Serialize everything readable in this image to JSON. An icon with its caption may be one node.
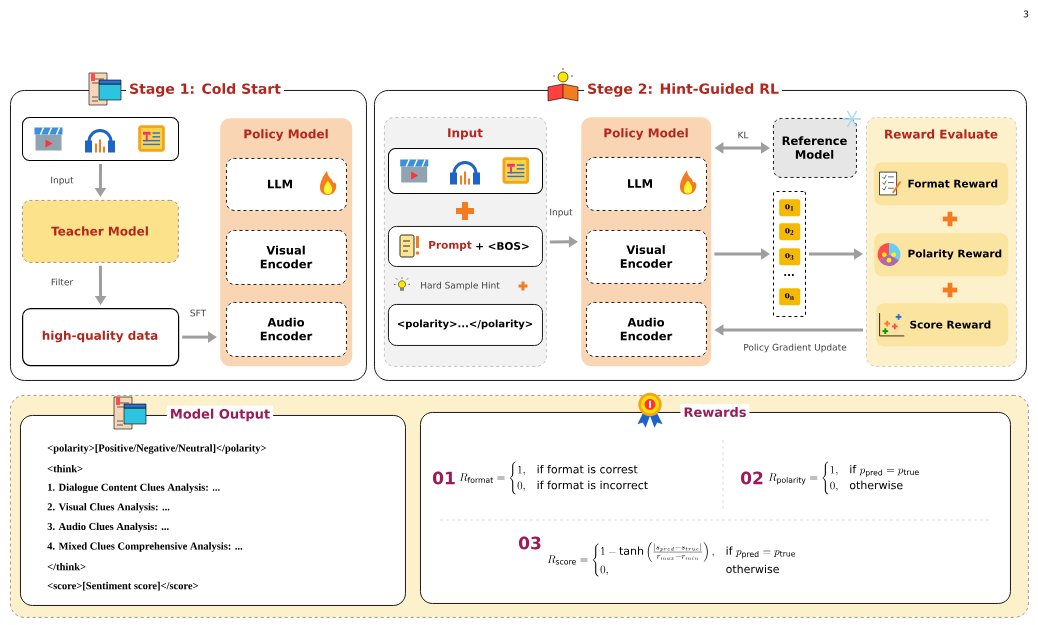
{
  "diagram": {
    "nodes": [
      {
        "text": [
          "Stage 1: Cold Start"
        ]
      },
      {
        "text": [],
        "shape": "box",
        "in": 0
      },
      {
        "text": [
          "Teacher Model"
        ],
        "in": 0
      },
      {
        "text": [
          "high-quality data"
        ],
        "in": 0
      },
      {
        "text": [
          "Policy Model"
        ],
        "in": 0
      },
      {
        "text": [
          "LLM"
        ],
        "in": 4
      },
      {
        "text": [
          "Visual Encoder"
        ],
        "in": 4
      },
      {
        "text": [
          "Audio Encoder"
        ],
        "in": 4
      },
      {
        "text": [
          "Stege 2: Hint-Guided RL"
        ]
      },
      {
        "text": [
          "Input"
        ],
        "in": 8
      },
      {
        "text": [],
        "shape": "box",
        "in": 9
      },
      {
        "text": [
          "Prompt",
          "+ <BOS>"
        ],
        "in": 9
      },
      {
        "text": [
          "<polarity>...</polarity>"
        ],
        "in": 9
      },
      {
        "text": [
          "Policy Model"
        ],
        "in": 8
      },
      {
        "text": [
          "LLM"
        ],
        "in": 13
      },
      {
        "text": [
          "Visual Encoder"
        ],
        "in": 13
      },
      {
        "text": [
          "Audio Encoder"
        ],
        "in": 13
      },
      {
        "text": [
          "Reference Model"
        ],
        "in": 8
      },
      {
        "text": [],
        "shape": "box",
        "in": 8
      },
      {
        "text": [
          "o$_{1}$"
        ],
        "in": 18
      },
      {
        "text": [
          "o$_{2}$"
        ],
        "in": 18
      },
      {
        "text": [
          "o$_{3}$"
        ],
        "in": 18
      },
      {
        "text": [
          "o$_{n}$"
        ],
        "in": 18
      },
      {
        "text": [
          "Reward Evaluate"
        ],
        "in": 8
      },
      {
        "text": [
          "Format Reward"
        ],
        "in": 23
      },
      {
        "text": [
          "Polarity Reward"
        ],
        "in": 23
      },
      {
        "text": [
          "Score Reward"
        ],
        "in": 23
      },
      {
        "text": [],
        "shape": "box"
      },
      {
        "text": [
          "Model Output",
          "<polarity>[Positive/Negative/Neutral]</polarity>",
          "<think>",
          "1. Dialogue Content Clues Analysis: ...",
          "2. Visual Clues Analysis: ...",
          "3. Audio Clues Analysis: ...",
          "4. Mixed Clues Comprehensive Analysis: ...",
          "</think>",
          "<score>[Sentiment score]</score>"
        ],
        "in": 27
      },
      {
        "text": [
          "Rewards"
        ],
        "in": 27
      }
    ],
    "edges": [
      {
        "from": 1,
        "to": 2,
        "arrow": "to",
        "label": "Input"
      },
      {
        "from": 2,
        "to": 3,
        "arrow": "to",
        "label": "Filter"
      },
      {
        "from": 3,
        "to": 4,
        "arrow": "to",
        "label": "SFT"
      },
      {
        "from": 9,
        "to": 13,
        "arrow": "to",
        "label": "Input"
      },
      {
        "from": 13,
        "to": 17,
        "arrow": "both",
        "label": "KL"
      },
      {
        "from": 13,
        "to": 18,
        "arrow": "to"
      },
      {
        "from": 18,
        "to": 23,
        "arrow": "to"
      },
      {
        "from": 23,
        "to": 13,
        "arrow": "to",
        "label": "Policy Gradient Update"
      }
    ],
    "labels": [
      "3",
      "Hard Sample Hint",
      "...",
      "01",
      "R_{\\text{format}} = \\begin{cases} 1, & \\text{if format is correst}\\\\ 0, & \\text{if format is incorrect} \\end{cases}",
      "02",
      "R_{\\text{polarity}} = \\begin{cases} 1, & \\text{if } p_{\\text{pred}} = p_{\\text{true}}\\\\ 0, & \\text{otherwise} \\end{cases}",
      "03",
      "R_{\\text{score}} = \\begin{cases} 1-\\tanh\\left(\\frac{|s_{pred}-s_{true}|}{r_{max}-r_{min}}\\right), & \\text{if } p_{\\text{pred}} = p_{\\text{true}}\\\\ 0, & \\text{otherwise} \\end{cases}"
    ]
  }
}
